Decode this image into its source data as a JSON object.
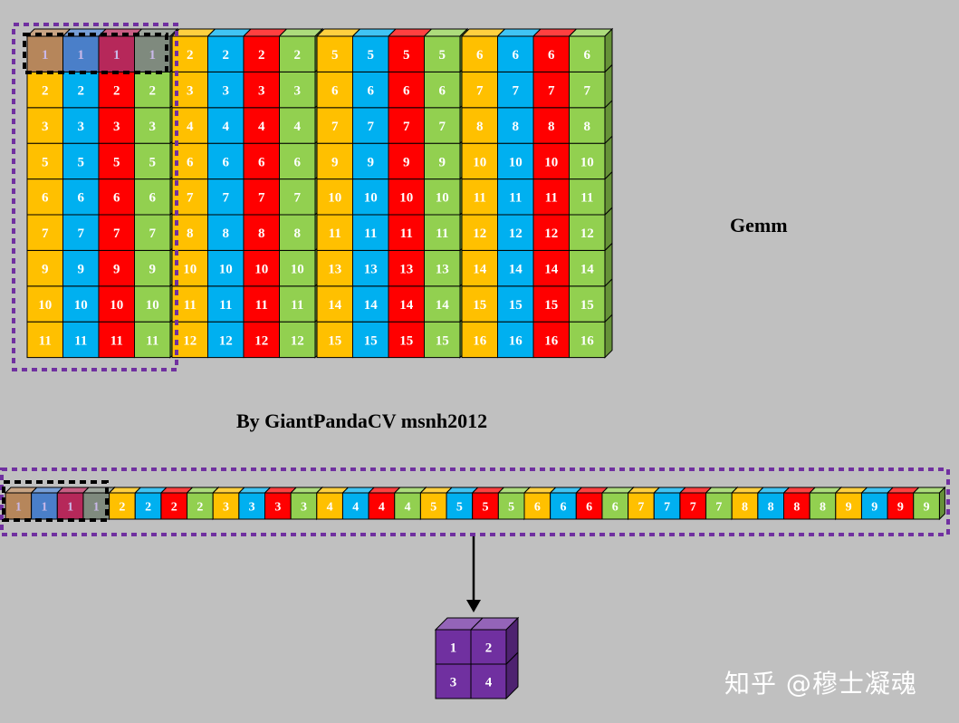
{
  "title": "Gemm",
  "credit": "By GiantPandaCV msnh2012",
  "watermark": "知乎 @穆士凝魂",
  "colors": {
    "background": "#c0c0c0",
    "yellow": "#ffc000",
    "blue": "#00b0f0",
    "red": "#ff0000",
    "green": "#92d050",
    "purple": "#7030a0",
    "dashed_purple": "#7030a0",
    "dashed_black": "#000000",
    "highlight_fills": [
      "#b6865b",
      "#4a7fc9",
      "#b6285a",
      "#7f8a7e"
    ]
  },
  "matrix": {
    "blocks": [
      [
        [
          1,
          2,
          3,
          5,
          6,
          7,
          9,
          10,
          11
        ]
      ],
      [
        [
          2,
          3,
          4,
          6,
          7,
          8,
          10,
          11,
          12
        ]
      ],
      [
        [
          5,
          6,
          7,
          9,
          10,
          11,
          13,
          14,
          15
        ]
      ],
      [
        [
          6,
          7,
          8,
          10,
          11,
          12,
          14,
          15,
          16
        ]
      ]
    ]
  },
  "row_strip": {
    "values": [
      1,
      2,
      3,
      4,
      5,
      6,
      7,
      8,
      9
    ]
  },
  "output": {
    "values": [
      [
        1,
        2
      ],
      [
        3,
        4
      ]
    ]
  }
}
